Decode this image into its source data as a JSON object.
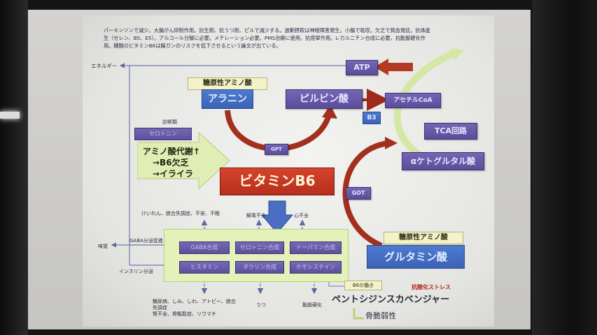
{
  "slide": {
    "intro_text": "パーキンソンで減少。大腸がん抑制作用。抗生剤、抗うつ剤、ピルで減少する。過剰摂取は神経障害発生。小腸で吸収。欠乏で貧血発症。抗体産生（セレン、B5、E5）。アルコール分解に必要。メチレーション必要。PMS治療に使用。抗痙攣作用。L-カルニチン合成に必要。抗動脈硬化作用。糖酸のビタミンB6は腸ガンのリスクを低下させるという論文が出ている。",
    "left_label": "エネルギー",
    "atp": "ATP",
    "glucogenic_top": "糖原性アミノ酸",
    "alanine": "アラニン",
    "pyruvate": "ピルビン酸",
    "acetyl_coa": "アセチルCoA",
    "b3": "B3",
    "tca": "TCA回路",
    "akg": "αケトグルタル酸",
    "gpt": "GPT",
    "got": "GOT",
    "diagnosis_label": "診断類",
    "diagnosis_box": "セロトニン",
    "amino_metabolism": [
      "アミノ酸代謝↑",
      "→B6欠乏",
      "→イライラ"
    ],
    "vitamin_b6": "ビタミンB6",
    "labels_top": [
      "けいれん、統合失調症、不安、不眠",
      "解毒不全",
      "心不全"
    ],
    "gaba_label": "GABA分泌促進",
    "taste_label": "味覚",
    "insulin_label": "インスリン分泌",
    "purple_boxes": [
      "GABA合成",
      "セロトニン合成",
      "ドーパミン合成",
      "ヒスタミン",
      "タウリン合成",
      "ホモシステイン"
    ],
    "b6_action": "B6の働き",
    "labels_bottom": [
      "糖尿病、しみ、しわ、アトピー、統合失調症",
      "腎不全、骨粗鬆症、リウマチ",
      "うつ",
      "動脈硬化"
    ],
    "glucogenic_bottom": "糖原性アミノ酸",
    "glutamic": "グルタミン酸",
    "antioxidant": "抗酸化ストレス",
    "pentosidine": "ペントシジンスカベンジャー",
    "bone_fragility": "骨脆弱性"
  },
  "colors": {
    "slide_bg": "#eeeeec",
    "purple": "#5b4d9a",
    "blue": "#3b63b6",
    "red": "#c3391f",
    "cream": "#f4f2c8",
    "green": "#e4f1b8"
  }
}
